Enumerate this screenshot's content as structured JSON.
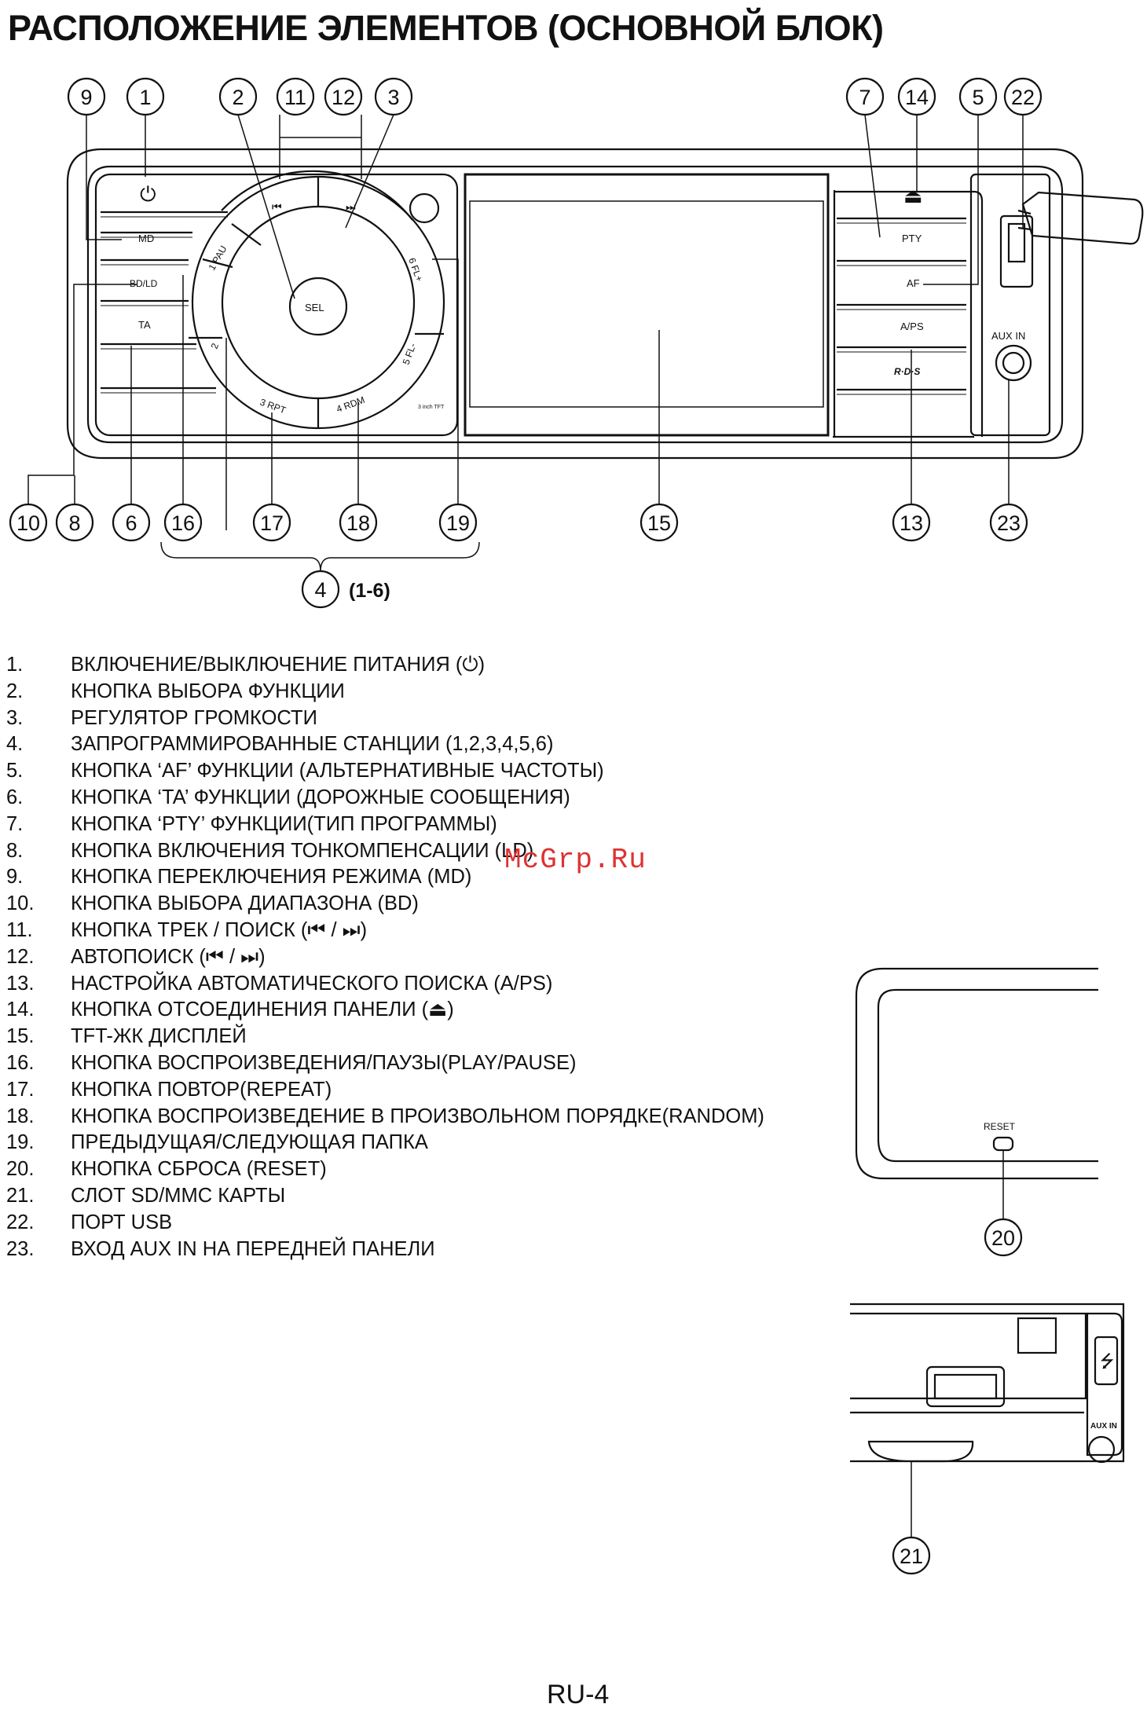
{
  "page": {
    "title": "РАСПОЛОЖЕНИЕ ЭЛЕМЕНТОВ (ОСНОВНОЙ БЛОК)",
    "watermark": "McGrp.Ru",
    "page_number": "RU-4"
  },
  "front_panel": {
    "buttons": {
      "md": "MD",
      "bd_ld": "BD/LD",
      "ta": "TA",
      "sel": "SEL",
      "pau": "1 PAU",
      "p2": "2",
      "rpt": "3 RPT",
      "rdm": "4 RDM",
      "fl_minus": "5 FL-",
      "fl_plus": "6 FL+",
      "pty": "PTY",
      "af": "AF",
      "aps": "A/PS",
      "rds_logo": "R·D·S",
      "tft_badge": "3 inch TFT",
      "aux_in": "AUX IN"
    },
    "top_callouts": [
      "9",
      "1",
      "2",
      "11",
      "12",
      "3",
      "7",
      "14",
      "5",
      "22"
    ],
    "bottom_callouts": [
      "10",
      "8",
      "6",
      "16",
      "17",
      "18",
      "19",
      "15",
      "13",
      "23"
    ],
    "group_callout": "4",
    "group_note": "(1-6)"
  },
  "side_views": {
    "reset_label": "RESET",
    "reset_callout": "20",
    "slot_aux_label": "AUX IN",
    "slot_callout": "21"
  },
  "legend": [
    {
      "n": "1.",
      "text": "ВКЛЮЧЕНИЕ/ВЫКЛЮЧЕНИЕ ПИТАНИЯ (⏻)"
    },
    {
      "n": "2.",
      "text": "КНОПКА ВЫБОРА ФУНКЦИИ"
    },
    {
      "n": "3.",
      "text": "РЕГУЛЯТОР ГРОМКОСТИ"
    },
    {
      "n": "4.",
      "text": "ЗАПРОГРАММИРОВАННЫЕ СТАНЦИИ (1,2,3,4,5,6)"
    },
    {
      "n": "5.",
      "text": "КНОПКА ‘AF’ ФУНКЦИИ (АЛЬТЕРНАТИВНЫЕ ЧАСТОТЫ)"
    },
    {
      "n": "6.",
      "text": "КНОПКА ‘TA’ ФУНКЦИИ (ДОРОЖНЫЕ СООБЩЕНИЯ)"
    },
    {
      "n": "7.",
      "text": "КНОПКА ‘PTY’ ФУНКЦИИ(ТИП ПРОГРАММЫ)"
    },
    {
      "n": "8.",
      "text": "КНОПКА ВКЛЮЧЕНИЯ ТОНКОМПЕНСАЦИИ (LD)"
    },
    {
      "n": "9.",
      "text": "КНОПКА ПЕРЕКЛЮЧЕНИЯ РЕЖИМА (MD)"
    },
    {
      "n": "10.",
      "text": "КНОПКА ВЫБОРА ДИАПАЗОНА (BD)"
    },
    {
      "n": "11.",
      "text": "КНОПКА ТРЕК / ПОИСК (⏮ / ⏭)"
    },
    {
      "n": "12.",
      "text": "АВТОПОИСК (⏮ / ⏭)"
    },
    {
      "n": "13.",
      "text": "НАСТРОЙКА АВТОМАТИЧЕСКОГО ПОИСКА (A/PS)"
    },
    {
      "n": "14.",
      "text": "КНОПКА ОТСОЕДИНЕНИЯ ПАНЕЛИ (⏏)"
    },
    {
      "n": "15.",
      "text": "TFT-ЖК ДИСПЛЕЙ"
    },
    {
      "n": "16.",
      "text": "КНОПКА ВОСПРОИЗВЕДЕНИЯ/ПАУЗЫ(PLAY/PAUSE)"
    },
    {
      "n": "17.",
      "text": "КНОПКА ПОВТОР(REPEAT)"
    },
    {
      "n": "18.",
      "text": "КНОПКА ВОСПРОИЗВЕДЕНИЕ В ПРОИЗВОЛЬНОМ ПОРЯДКЕ(RANDOM)"
    },
    {
      "n": "19.",
      "text": "ПРЕДЫДУЩАЯ/СЛЕДУЮЩАЯ ПАПКА"
    },
    {
      "n": "20.",
      "text": "КНОПКА СБРОСА (RESET)"
    },
    {
      "n": "21.",
      "text": "СЛОТ SD/MMC КАРТЫ"
    },
    {
      "n": "22.",
      "text": "ПОРТ USB"
    },
    {
      "n": "23.",
      "text": "ВХОД AUX IN НА ПЕРЕДНЕЙ ПАНЕЛИ"
    }
  ]
}
